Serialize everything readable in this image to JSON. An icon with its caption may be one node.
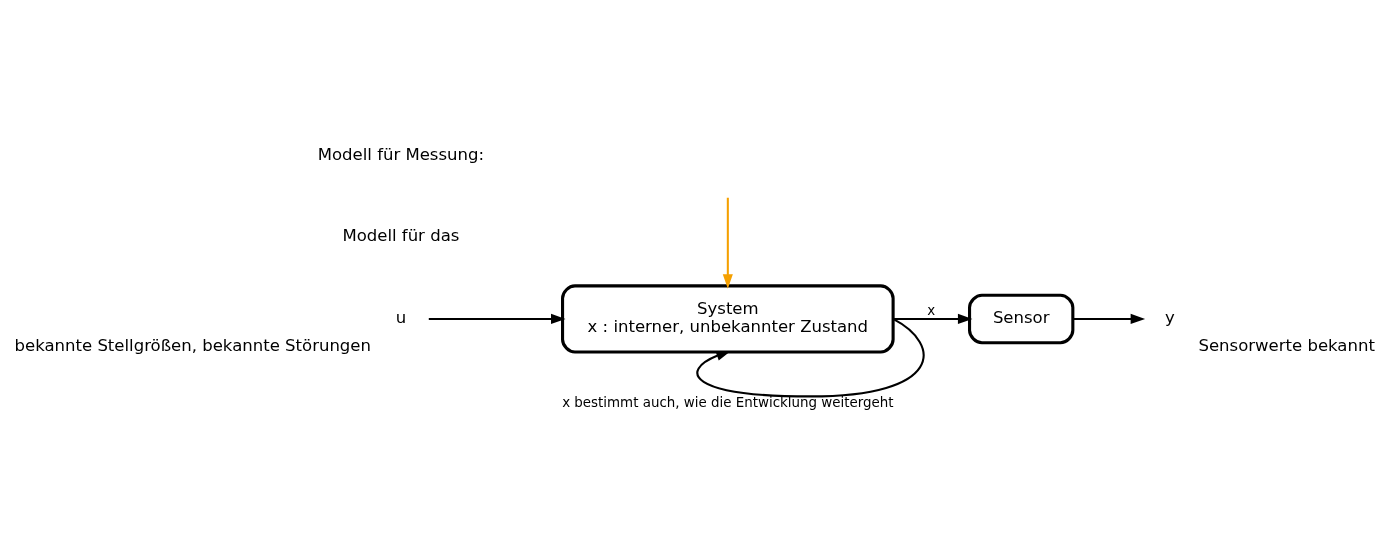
{
  "diagram": {
    "nodes": [
      {
        "text": [
          "u"
        ],
        "beside": [
          "bekannte Stellgrößen, bekannte Störungen"
        ]
      },
      {
        "text": [
          "System",
          "x : interner, unbekannter Zustand"
        ]
      },
      {
        "text": [
          "Sensor"
        ]
      },
      {
        "text": [
          "y"
        ],
        "beside": [
          "Sensorwerte bekannt"
        ]
      }
    ],
    "edges": [
      {
        "from": 0,
        "to": 1,
        "arrow": "to"
      },
      {
        "from": 1,
        "to": 2,
        "arrow": "to",
        "label": "x"
      },
      {
        "from": 1,
        "to": 1,
        "arrow": "to",
        "label": "x bestimmt auch, wie die Entwicklung weitergeht"
      },
      {
        "from": 2,
        "to": 3,
        "arrow": "to"
      },
      {
        "from": null,
        "to": 1,
        "arrow": "to",
        "color": "#f5a000"
      }
    ],
    "labels": [
      "Modell für das",
      "Modell für Messung:"
    ]
  }
}
